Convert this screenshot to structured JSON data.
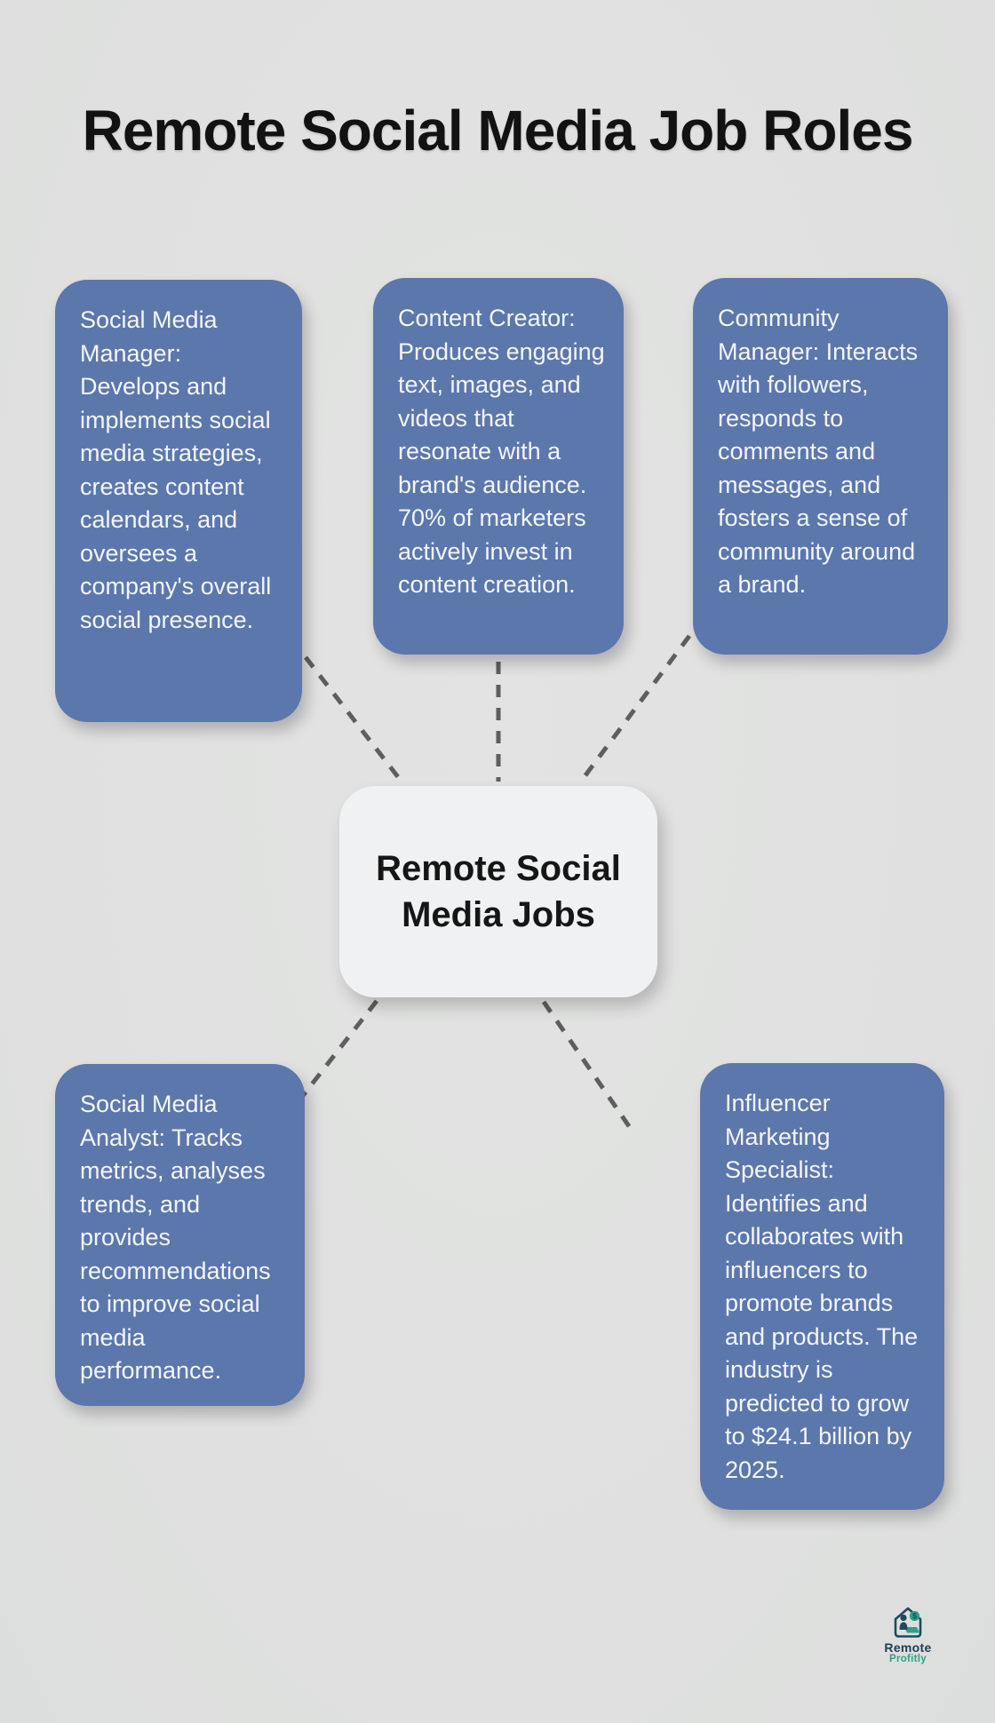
{
  "title": "Remote Social Media Job Roles",
  "center": {
    "label": "Remote Social Media Jobs"
  },
  "nodes": [
    {
      "id": "social-media-manager",
      "text": "Social Media Manager: Develops and implements social media strategies, creates content calendars, and oversees a company's overall social presence."
    },
    {
      "id": "content-creator",
      "text": "Content Creator: Produces engaging text, images, and videos that resonate with a brand's audience. 70% of marketers actively invest in content creation."
    },
    {
      "id": "community-manager",
      "text": "Community Manager: Interacts with followers, responds to comments and messages, and fosters a sense of community around a brand."
    },
    {
      "id": "social-media-analyst",
      "text": "Social Media Analyst: Tracks metrics, analyses trends, and provides recommendations to improve social media performance."
    },
    {
      "id": "influencer-marketing-specialist",
      "text": "Influencer Marketing Specialist: Identifies and collaborates with influencers to promote brands and products. The industry is predicted to grow to $24.1 billion by 2025."
    }
  ],
  "logo": {
    "line1": "Remote",
    "line2": "Profitly",
    "icon": "remote-worker-house-icon"
  },
  "colors": {
    "background": "#dfe0df",
    "role_box_blue": "#5c77ac",
    "role_box_text": "#f3f5f9",
    "center_node_fill": "#f0f1f2",
    "center_node_text": "#161616",
    "connector_gray": "#5e5e5e",
    "title_black": "#121212",
    "logo_navy": "#1e3d55",
    "logo_green": "#2fa184"
  }
}
